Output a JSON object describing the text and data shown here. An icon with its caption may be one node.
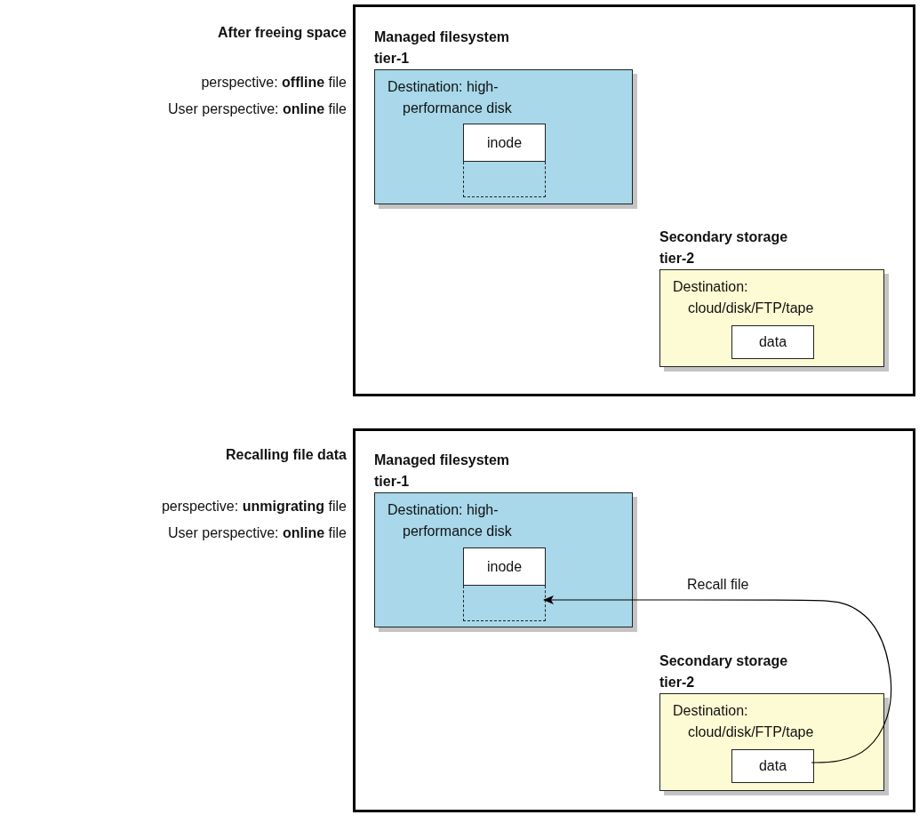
{
  "diagram": {
    "nodes": [
      {
        "text": [],
        "shape": "box"
      },
      {
        "text": [
          "Managed filesystem tier-1",
          "Destination: high-performance disk"
        ],
        "in": 0
      },
      {
        "text": [
          "inode"
        ],
        "in": 1
      },
      {
        "text": [],
        "shape": "box",
        "in": 1
      },
      {
        "text": [
          "Secondary storage tier-2",
          "Destination: cloud/disk/FTP/tape"
        ],
        "in": 0
      },
      {
        "text": [
          "data"
        ],
        "in": 4
      },
      {
        "text": [],
        "shape": "box"
      },
      {
        "text": [
          "Managed filesystem tier-1",
          "Destination: high-performance disk"
        ],
        "in": 6
      },
      {
        "text": [
          "inode"
        ],
        "in": 7
      },
      {
        "text": [],
        "shape": "box",
        "in": 7
      },
      {
        "text": [
          "Secondary storage tier-2",
          "Destination: cloud/disk/FTP/tape"
        ],
        "in": 6
      },
      {
        "text": [
          "data"
        ],
        "in": 10
      }
    ],
    "edges": [
      {
        "from": 11,
        "to": 9,
        "arrow": "to",
        "label": "Recall file"
      }
    ],
    "labels": [
      "After freeing space",
      "perspective: **offline** file",
      "User perspective: **online** file",
      "Recalling file data",
      "perspective: **unmigrating** file",
      "User perspective: **online** file"
    ]
  }
}
